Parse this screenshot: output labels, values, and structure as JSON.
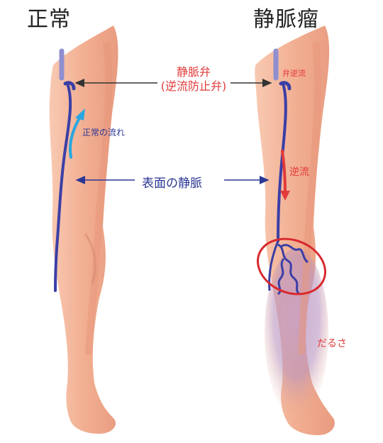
{
  "titles": {
    "normal": "正常",
    "varicose": "静脈瘤"
  },
  "labels": {
    "valve_title": "静脈弁",
    "valve_subtitle": "(逆流防止弁)",
    "normal_flow": "正常の流れ",
    "surface_vein": "表面の静脈",
    "valve_reflux": "弁逆流",
    "reflux": "逆流",
    "heaviness": "だるさ"
  },
  "colors": {
    "skin": "#f3b59a",
    "skin_shadow": "#e49a80",
    "vein": "#3b3fa6",
    "vein_light": "#8f8fd0",
    "flow_arrow": "#28a7e0",
    "reflux_arrow": "#e23a3a",
    "label_red": "#e23a3a",
    "label_blue": "#2b3795",
    "bruise": "#b88ab4"
  }
}
